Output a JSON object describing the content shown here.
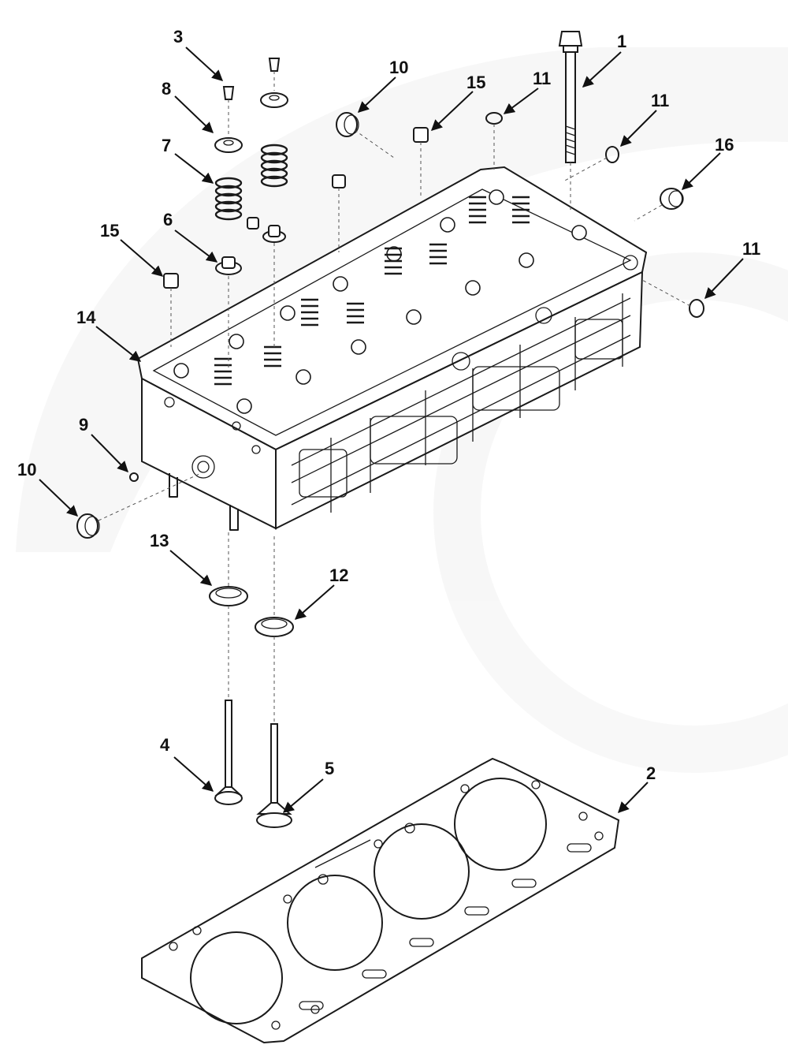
{
  "callouts": {
    "c1": "1",
    "c2": "2",
    "c3": "3",
    "c4": "4",
    "c5": "5",
    "c6": "6",
    "c7": "7",
    "c8": "8",
    "c9": "9",
    "c10a": "10",
    "c10b": "10",
    "c11a": "11",
    "c11b": "11",
    "c11c": "11",
    "c12": "12",
    "c13": "13",
    "c14": "14",
    "c15a": "15",
    "c15b": "15",
    "c16": "16"
  },
  "colors": {
    "line": "#1a1a1a",
    "watermark": "#eeeeee",
    "background": "#ffffff"
  }
}
